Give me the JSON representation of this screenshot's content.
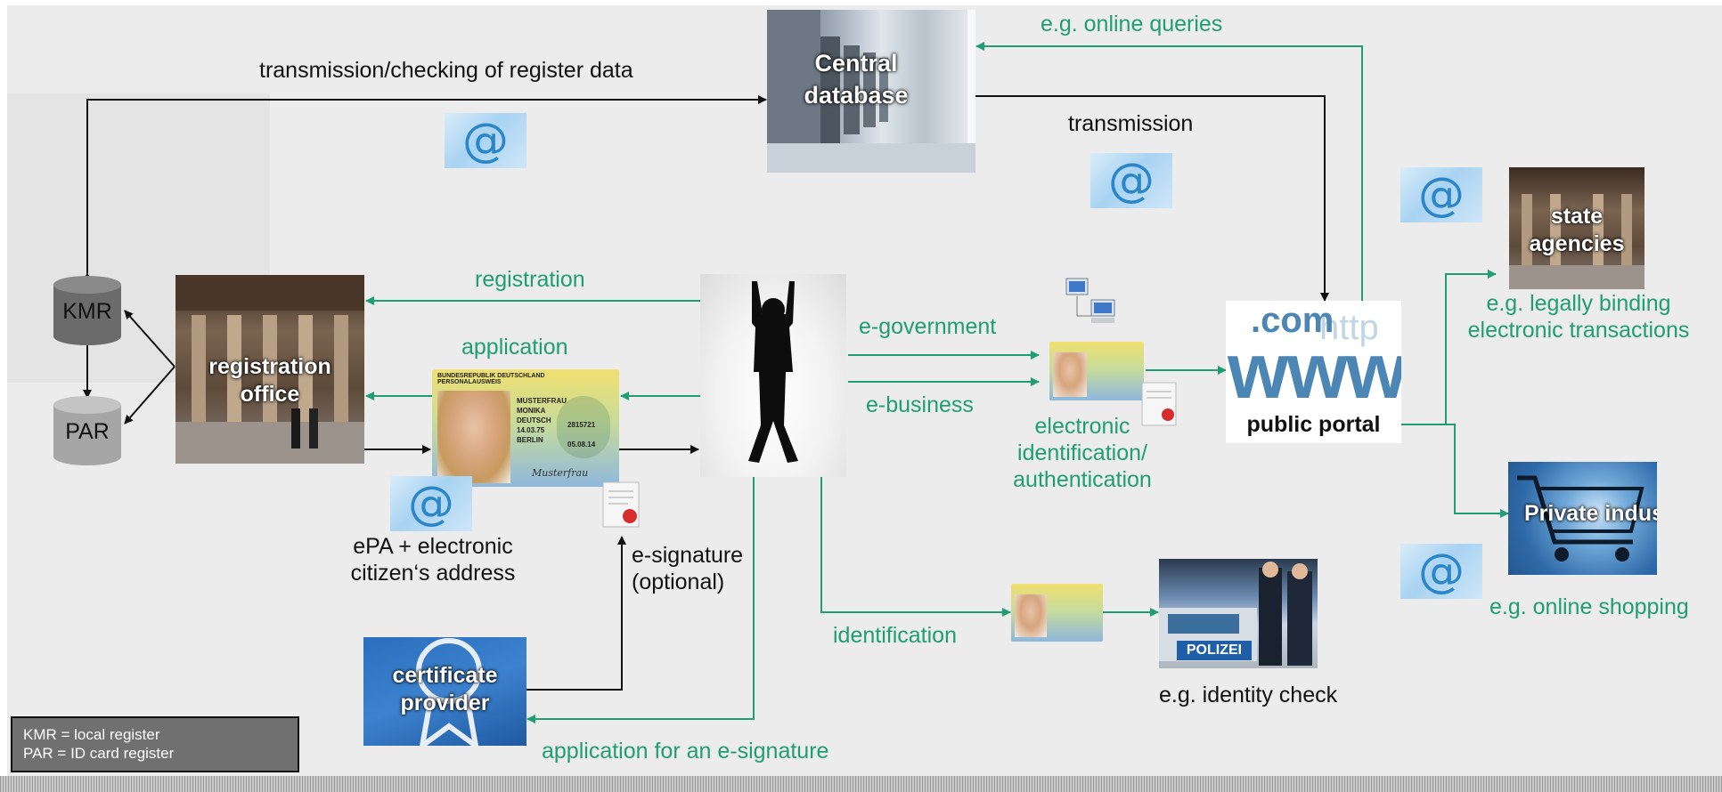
{
  "nodes": {
    "central_database": "Central database",
    "registration_office": "registration office",
    "kmr": "KMR",
    "par": "PAR",
    "public_portal": "public portal",
    "state_agencies": "state agencies",
    "private_industry": "Private industry",
    "certificate_provider": "certificate provider"
  },
  "labels": {
    "transmission_checking": "transmission/checking of register data",
    "online_queries": "e.g. online queries",
    "transmission": "transmission",
    "registration": "registration",
    "application": "application",
    "e_government": "e-government",
    "e_business": "e-business",
    "eid_line1": "electronic",
    "eid_line2": "identification/",
    "eid_line3": "authentication",
    "legally_binding_line1": "e.g. legally binding",
    "legally_binding_line2": "electronic transactions",
    "online_shopping": "e.g. online shopping",
    "epa_line1": "ePA + electronic",
    "epa_line2": "citizen‘s address",
    "esig_line1": "e-signature",
    "esig_line2": "(optional)",
    "identification": "identification",
    "identity_check": "e.g. identity check",
    "application_esig": "application for an e-signature"
  },
  "id_card": {
    "header_left": "BUNDESREPUBLIK DEUTSCHLAND",
    "header_sub": "PERSONALAUSWEIS",
    "surname": "MUSTERFRAU",
    "given_name": "MONIKA",
    "nationality": "DEUTSCH",
    "birth_date": "14.03.75",
    "birth_place": "BERLIN",
    "card_no": "2815721",
    "expiry": "05.08.14",
    "signature": "Musterfrau"
  },
  "portal": {
    "dotcom": ".com",
    "www": "www",
    "http": "http"
  },
  "police_text": "POLIZEI",
  "at_symbol": "@",
  "legend": {
    "line1": "KMR = local register",
    "line2": "PAR = ID card register"
  },
  "colors": {
    "green": "#1f9e74",
    "black": "#111111",
    "background": "#ececec"
  }
}
